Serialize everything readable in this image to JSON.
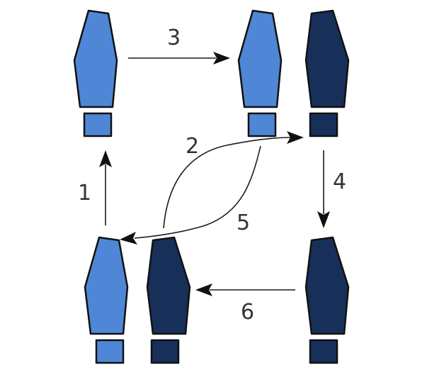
{
  "colors": {
    "light_foot": "#4f87d6",
    "dark_foot": "#17305a",
    "outline": "#111111",
    "arrow": "#1a1a1a",
    "label": "#333333",
    "background": "#ffffff"
  },
  "feet": [
    {
      "id": "foot-1",
      "color_role": "light"
    },
    {
      "id": "foot-2",
      "color_role": "light"
    },
    {
      "id": "foot-3",
      "color_role": "dark"
    },
    {
      "id": "foot-4",
      "color_role": "light"
    },
    {
      "id": "foot-5",
      "color_role": "dark"
    },
    {
      "id": "foot-6",
      "color_role": "dark"
    }
  ],
  "steps": [
    {
      "label": "1"
    },
    {
      "label": "2"
    },
    {
      "label": "3"
    },
    {
      "label": "4"
    },
    {
      "label": "5"
    },
    {
      "label": "6"
    }
  ]
}
